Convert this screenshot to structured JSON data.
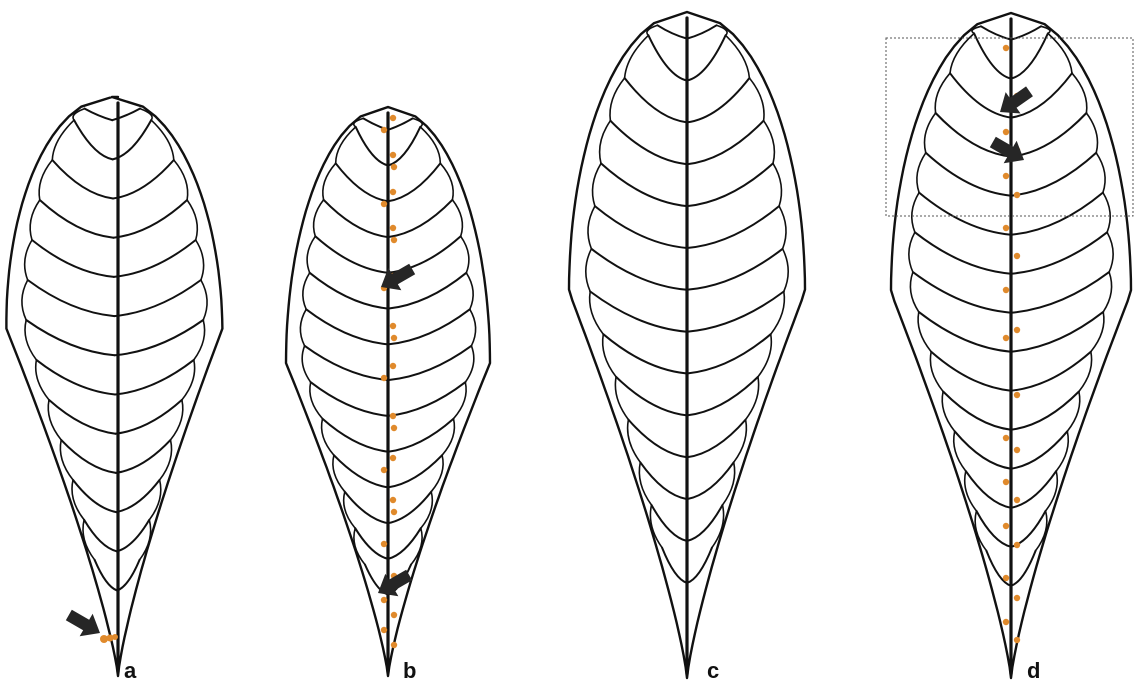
{
  "panels": [
    {
      "id": "a",
      "label": "a",
      "marker_color": "#e08a2c",
      "arrow_count": 1
    },
    {
      "id": "b",
      "label": "b",
      "marker_color": "#e08a2c",
      "arrow_count": 2
    },
    {
      "id": "c",
      "label": "c",
      "marker_color": "#e08a2c",
      "arrow_count": 0
    },
    {
      "id": "d",
      "label": "d",
      "marker_color": "#e08a2c",
      "arrow_count": 2
    }
  ],
  "colors": {
    "outline": "#111111",
    "marker": "#e08a2c",
    "arrow": "#262626",
    "background": "#ffffff"
  },
  "icons": {
    "arrow": "arrow-icon",
    "marker": "dot-marker"
  }
}
